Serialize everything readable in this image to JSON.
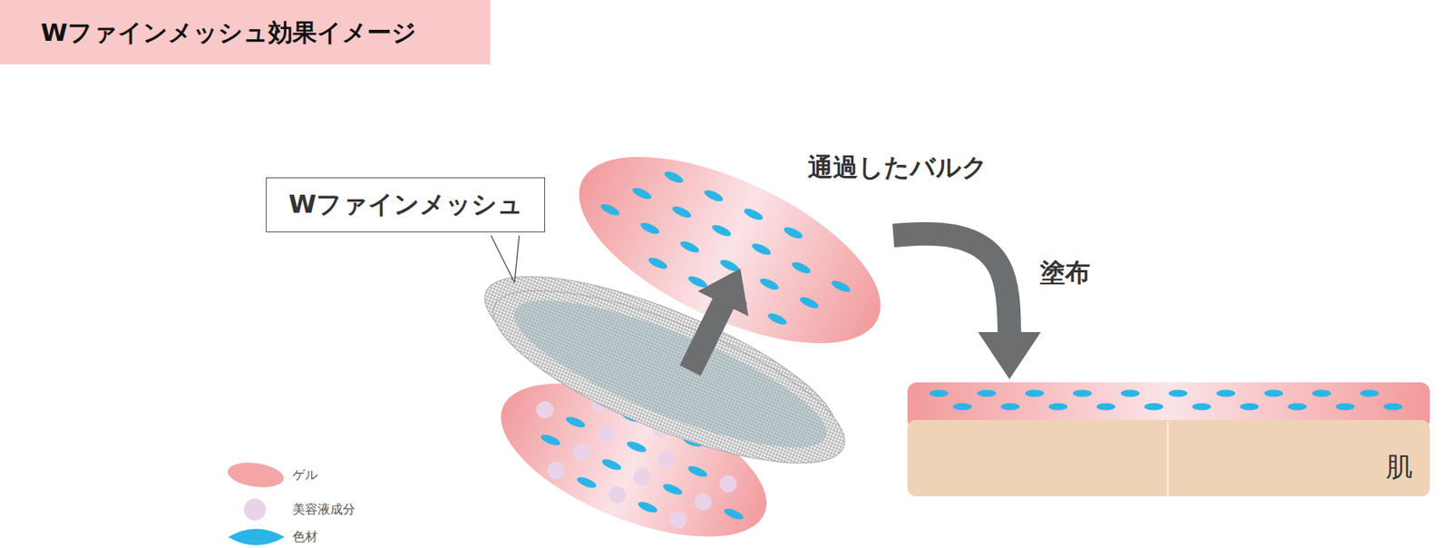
{
  "diagram": {
    "title": "Wファインメッシュ効果イメージ",
    "nodes": [
      {
        "text": [
          "Wファインメッシュ"
        ]
      },
      {
        "text": [
          "通過したバルク"
        ]
      },
      {
        "text": [
          "肌"
        ]
      }
    ],
    "edges": [
      {
        "from": 1,
        "to": 2,
        "arrow": "to",
        "label": "塗布"
      }
    ],
    "legend": [
      {
        "text": "ゲル",
        "color": "#f4a6a6"
      },
      {
        "text": "美容液成分",
        "color": "#ead3e8"
      },
      {
        "text": "色材",
        "color": "#2bb5e6"
      }
    ]
  }
}
